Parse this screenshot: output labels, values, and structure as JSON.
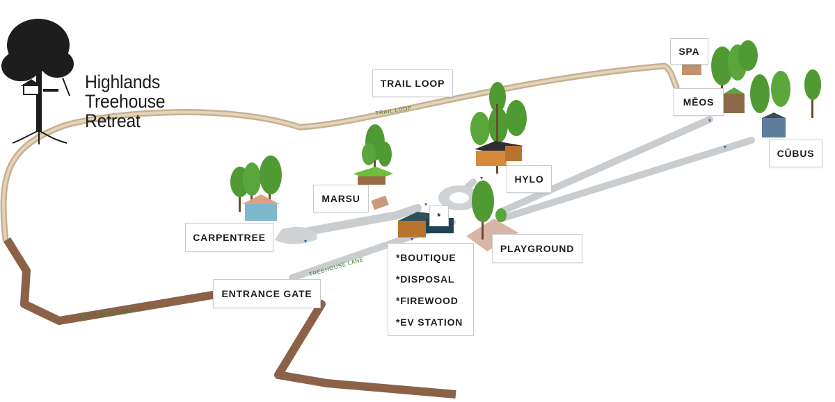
{
  "brand": {
    "line1": "Highlands",
    "line2": "Treehouse",
    "line3": "Retreat",
    "logo_icon": "treehouse-tree-icon"
  },
  "locations": {
    "trail_loop": "TRAIL LOOP",
    "spa": "SPA",
    "meos": "MĒOS",
    "cubus": "CŪBUS",
    "hylo": "HYLO",
    "marsu": "MARSU",
    "carpentree": "CARPENTREE",
    "playground": "PLAYGROUND",
    "entrance_gate": "ENTRANCE GATE"
  },
  "amenities": [
    "*BOUTIQUE",
    "*DISPOSAL",
    "*FIREWOOD",
    "*EV STATION"
  ],
  "hub_marker": "*",
  "road_labels": {
    "trail_loop": "TRAIL LOOP",
    "treehouse_lane": "TREEHOUSE LANE",
    "gold_mine_road": "GOLD MINE ROAD"
  },
  "colors": {
    "trail": "#cdb99a",
    "dirt_road": "#8b6248",
    "paved_lane": "#cfd3d6",
    "tree_green": "#4f9a33",
    "label_border": "#c9ccce"
  }
}
